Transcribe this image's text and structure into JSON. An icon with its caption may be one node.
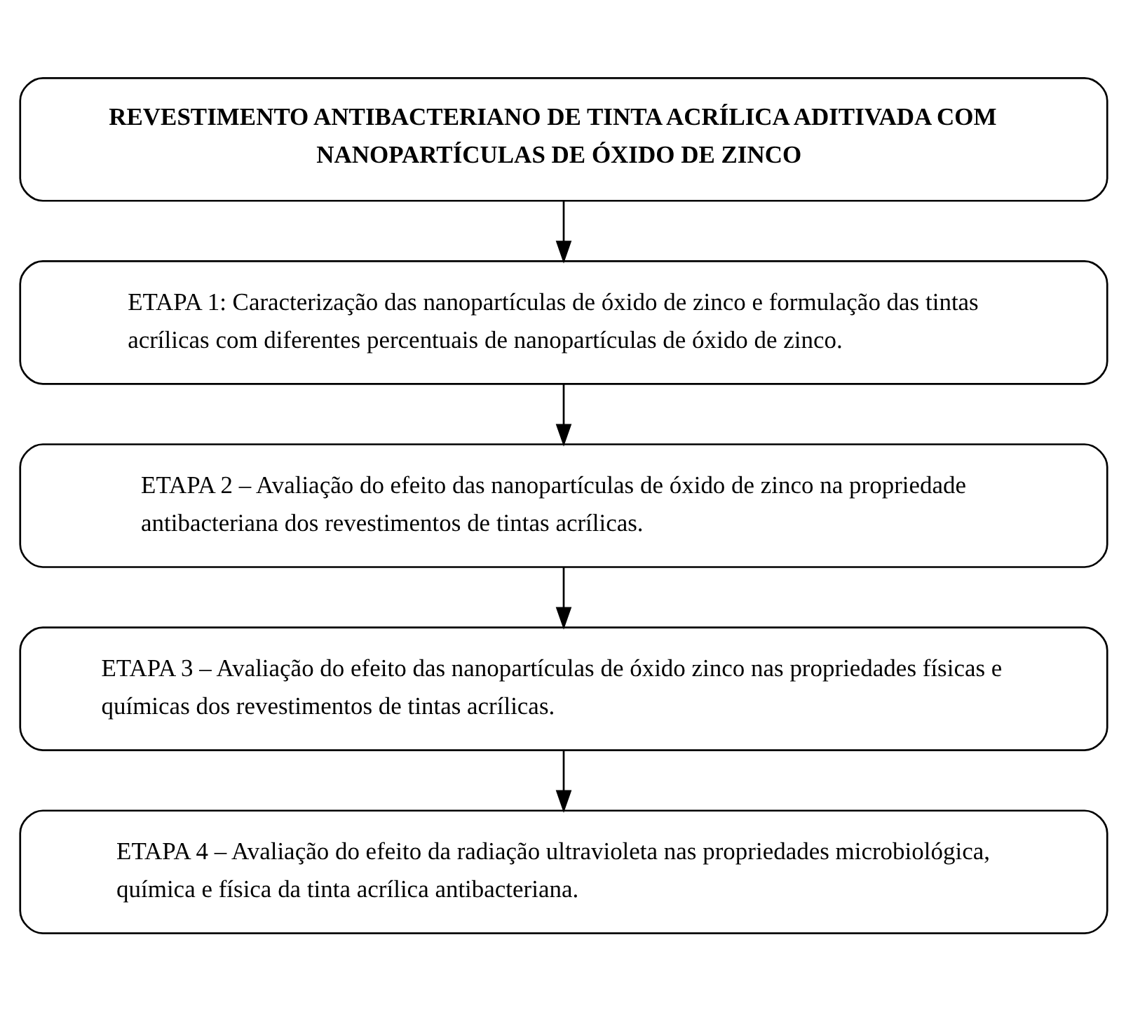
{
  "diagram": {
    "nodes": [
      {
        "text": [
          "REVESTIMENTO ANTIBACTERIANO DE TINTA ACRÍLICA ADITIVADA COM NANOPARTÍCULAS DE ÓXIDO DE ZINCO"
        ]
      },
      {
        "text": [
          "ETAPA 1: Caracterização das nanopartículas de óxido de zinco e formulação das tintas acrílicas com diferentes percentuais de nanopartículas de óxido de zinco."
        ]
      },
      {
        "text": [
          "ETAPA 2 – Avaliação do efeito das nanopartículas de óxido de zinco na propriedade antibacteriana dos revestimentos de tintas acrílicas."
        ]
      },
      {
        "text": [
          "ETAPA 3 – Avaliação do efeito das nanopartículas de óxido zinco nas propriedades físicas e químicas dos revestimentos de tintas acrílicas."
        ]
      },
      {
        "text": [
          "ETAPA 4 – Avaliação do efeito da radiação ultravioleta nas propriedades microbiológica, química e física da tinta acrílica antibacteriana."
        ]
      }
    ],
    "edges": [
      {
        "from": 0,
        "to": 1,
        "arrow": "to"
      },
      {
        "from": 1,
        "to": 2,
        "arrow": "to"
      },
      {
        "from": 2,
        "to": 3,
        "arrow": "to"
      },
      {
        "from": 3,
        "to": 4,
        "arrow": "to"
      }
    ]
  }
}
